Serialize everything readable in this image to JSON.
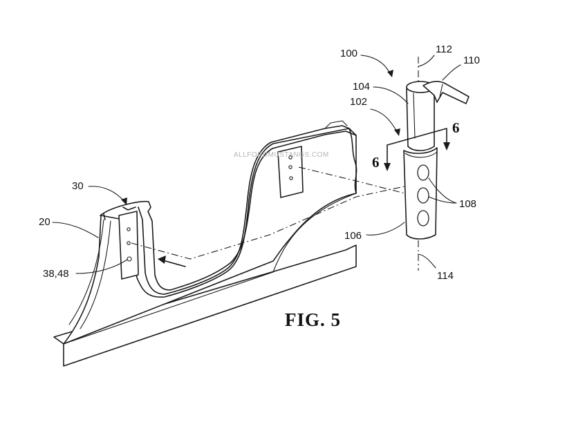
{
  "figure": {
    "title": "FIG. 5",
    "watermark": "ALLFORDMUSTANGS.COM"
  },
  "refs": {
    "r100": "100",
    "r102": "102",
    "r104": "104",
    "r106": "106",
    "r108": "108",
    "r110": "110",
    "r112": "112",
    "r114": "114",
    "r20": "20",
    "r30": "30",
    "r3848": "38,48"
  },
  "section": {
    "left": "6",
    "right": "6"
  }
}
